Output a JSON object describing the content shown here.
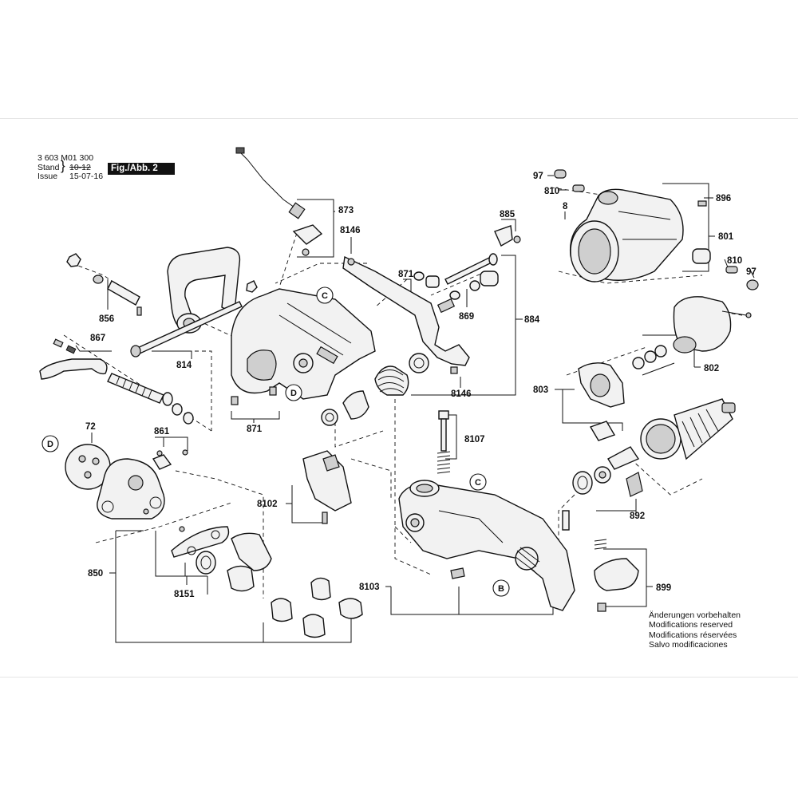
{
  "header": {
    "doc_number": "3 603 M01 300",
    "stand_label": "Stand",
    "stand_value": "10-12",
    "issue_label": "Issue",
    "issue_value": "15-07-16",
    "figure_label": "Fig./Abb. 2"
  },
  "callouts": [
    "97",
    "810",
    "896",
    "8",
    "801",
    "810",
    "97",
    "873",
    "8146",
    "885",
    "871",
    "856",
    "867",
    "814",
    "869",
    "884",
    "8146",
    "871",
    "803",
    "802",
    "72",
    "861",
    "8107",
    "8102",
    "892",
    "850",
    "8151",
    "8103",
    "899"
  ],
  "circle_refs": [
    "C",
    "D",
    "D",
    "C",
    "B"
  ],
  "notes": [
    "Änderungen vorbehalten",
    "Modifications reserved",
    "Modifications réservées",
    "Salvo modificaciones"
  ],
  "colors": {
    "ink": "#111111",
    "fill_light": "#f2f2f2",
    "fill_mid": "#cfcfcf",
    "fill_dark": "#555555"
  }
}
